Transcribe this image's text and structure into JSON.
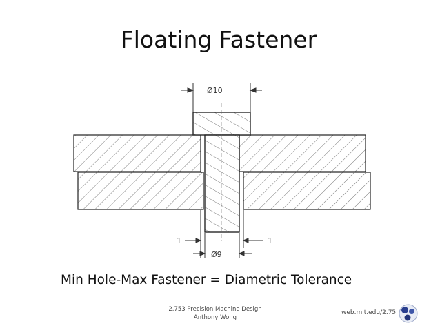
{
  "slide": {
    "title": "Floating Fastener",
    "caption": "Min Hole-Max Fastener = Diametric Tolerance",
    "footer": {
      "course": "2.753 Precision Machine Design",
      "author": "Anthony Wong",
      "url": "web.mit.edu/2.75"
    }
  },
  "drawing": {
    "top_dimension": "Ø10",
    "bottom_dimension": "Ø9",
    "left_clearance": "1",
    "right_clearance": "1"
  },
  "colors": {
    "line": "#222222",
    "hatch": "#555555",
    "dim": "#333333",
    "logo_blue": "#2a3f8f"
  }
}
